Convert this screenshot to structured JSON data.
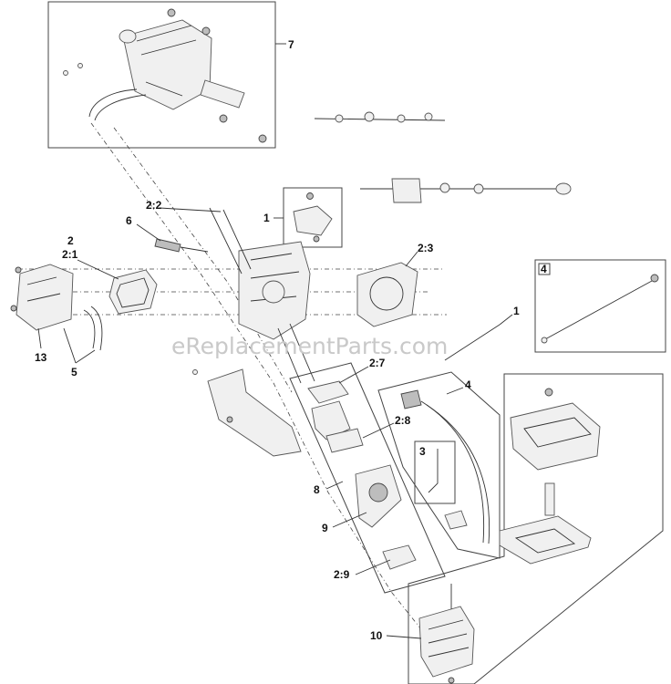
{
  "watermark": "eReplacementParts.com",
  "callouts": {
    "c7": "7",
    "c1a": "1",
    "c22": "2:2",
    "c6": "6",
    "c2": "2",
    "c21": "2:1",
    "c23": "2:3",
    "c4a": "4",
    "c1b": "1",
    "c13": "13",
    "c5": "5",
    "c27": "2:7",
    "c4b": "4",
    "c28": "2:8",
    "c3": "3",
    "c8": "8",
    "c9": "9",
    "c29": "2:9",
    "c10": "10"
  },
  "colors": {
    "line": "#333333",
    "watermark": "#c9c9c9",
    "background": "#ffffff"
  }
}
